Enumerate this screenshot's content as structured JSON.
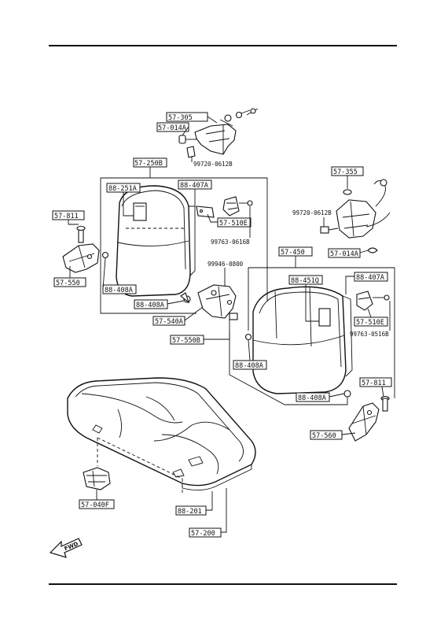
{
  "labels": {
    "p57_305": "57-305",
    "p57_014a_top": "57-014A",
    "bolt_99720_top": "99720-0612B",
    "p57_250b": "57-250B",
    "p88_251a": "88-251A",
    "p88_407a_left": "88-407A",
    "p57_510e_left": "57-510E",
    "bolt_99763_left": "99763-0616B",
    "p57_811_left": "57-811",
    "p57_550": "57-550",
    "p88_408a_l1": "88-408A",
    "p88_408a_l2": "88-408A",
    "bolt_99946": "99946-0800",
    "p57_540a": "57-540A",
    "p57_550b": "57-550B",
    "p57_355": "57-355",
    "bolt_99720_right": "99720-0612B",
    "p57_450": "57-450",
    "p57_014a_right": "57-014A",
    "p88_451q": "88-451Q",
    "p88_407a_right": "88-407A",
    "p57_510e_right": "57-510E",
    "bolt_99763_right": "99763-0516B",
    "p88_408a_r1": "88-408A",
    "p88_408a_r2": "88-408A",
    "p57_811_right": "57-811",
    "p57_560": "57-560",
    "p57_040f": "57-040F",
    "p88_201": "88-201",
    "p57_200": "57-200",
    "fwd": "FWD"
  }
}
